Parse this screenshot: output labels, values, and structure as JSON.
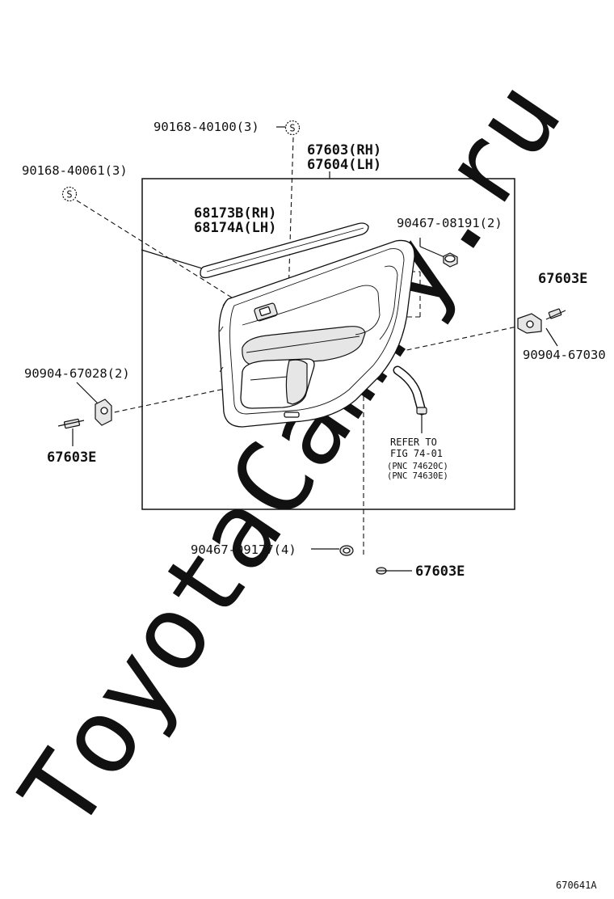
{
  "watermark": "ToyotaCamry.ru",
  "labels": {
    "clip_s_top": "90168-40100(3)",
    "clip_s_left": "90168-40061(3)",
    "panel_rh": "67603(RH)",
    "panel_lh": "67604(LH)",
    "weatherstrip_rh": "68173B(RH)",
    "weatherstrip_lh": "68174A(LH)",
    "screw_right_top": "90467-08191(2)",
    "clip_e_right": "67603E",
    "bracket_right": "90904-67030",
    "bracket_left": "90904-67028(2)",
    "clip_e_left": "67603E",
    "refer_1": "REFER TO",
    "refer_2": "FIG 74-01",
    "refer_3": "(PNC 74620C)",
    "refer_4": "(PNC 74630E)",
    "screw_bottom": "90467-09177(4)",
    "clip_e_bottom": "67603E",
    "s_symbol": "S",
    "figure_code": "670641A"
  },
  "icons": [
    "s-marker-icon",
    "push-clip-icon",
    "bracket-icon",
    "screw-icon"
  ]
}
